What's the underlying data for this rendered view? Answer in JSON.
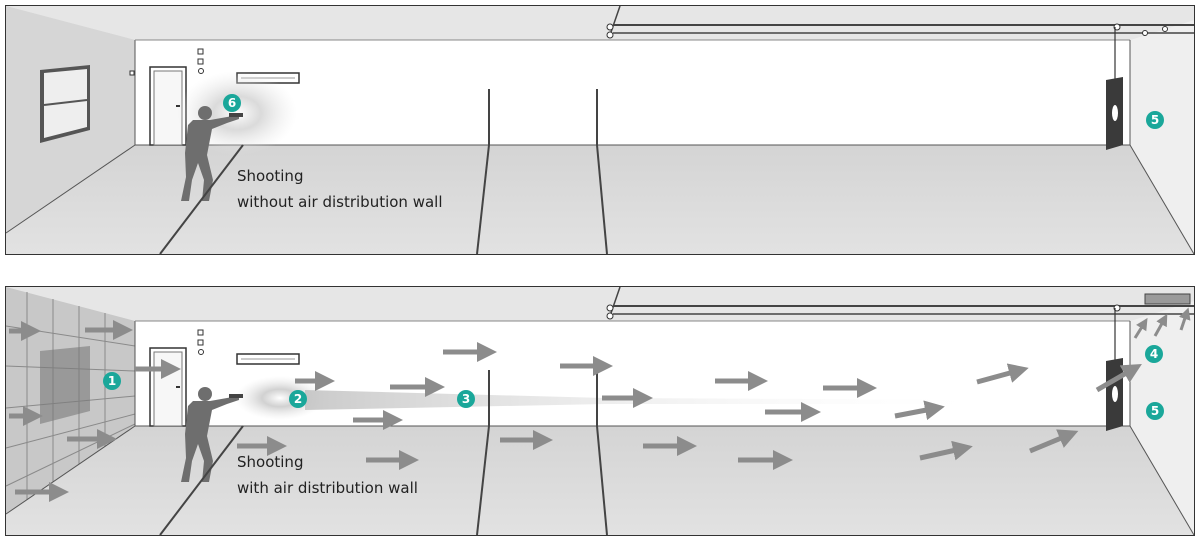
{
  "panels": {
    "top": {
      "caption_line1": "Shooting",
      "caption_line2": "without air distribution wall",
      "badges": [
        "6",
        "5"
      ]
    },
    "bottom": {
      "caption_line1": "Shooting",
      "caption_line2": "with air distribution wall",
      "badges": [
        "1",
        "2",
        "3",
        "4",
        "5"
      ]
    }
  },
  "colors": {
    "badge": "#1aa79a",
    "arrow": "#8c8c8c",
    "floor": "#d9d9d9",
    "wall": "#ffffff",
    "ceiling": "#e6e6e6",
    "smoke": "#bdbdbd"
  }
}
